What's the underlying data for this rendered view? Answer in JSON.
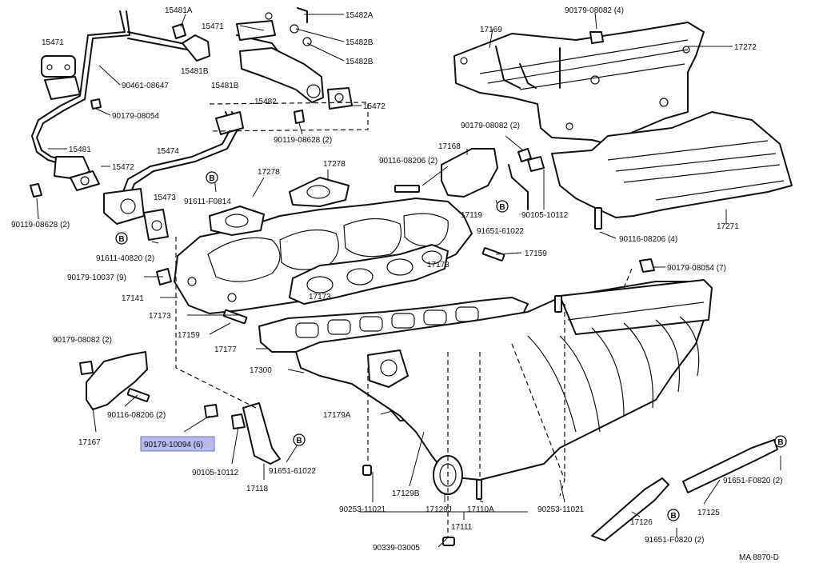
{
  "diagram_code": "MA  8870-D",
  "callout_letter": "B",
  "highlight_color": "#b7b9ee",
  "labels": {
    "p15481A": "15481A",
    "p15471_top": "15471",
    "p15482A": "15482A",
    "p15471_mid": "15471",
    "p15482B_1": "15482B",
    "p15482B_2": "15482B",
    "p90461": "90461-08647",
    "p15481B_1": "15481B",
    "p15481B_2": "15481B",
    "p15482": "15482",
    "p15472_r": "15472",
    "p90179_08054a": "90179-08054",
    "p90119_08628_top": "90119-08628 (2)",
    "p15481": "15481",
    "p15474": "15474",
    "p15472_l": "15472",
    "p91611_F0814": "91611-F0814",
    "p17278_a": "17278",
    "p17278_b": "17278",
    "p15473": "15473",
    "p90119_08628_l": "90119-08628 (2)",
    "p91611_40820": "91611-40820 (2)",
    "p90179_10037": "90179-10037 (9)",
    "p17141": "17141",
    "p17173_a": "17173",
    "p17173_b": "17173",
    "p17173_c": "17173",
    "p17159_a": "17159",
    "p17159_b": "17159",
    "p90179_08082_top": "90179-08082 (4)",
    "p17169": "17169",
    "p17272": "17272",
    "p90179_08082_mid": "90179-08082 (2)",
    "p90116_08206_a": "90116-08206 (2)",
    "p17168": "17168",
    "p17119": "17119",
    "p90105_10112_a": "90105-10112",
    "p91651_61022_a": "91651-61022",
    "p90116_08206_b": "90116-08206 (4)",
    "p17271": "17271",
    "p90179_08054b": "90179-08054 (7)",
    "p90179_08082_l": "90179-08082 (2)",
    "p17177": "17177",
    "p17300": "17300",
    "p17179A": "17179A",
    "p90116_08206_c": "90116-08206 (2)",
    "p17167": "17167",
    "p90179_10094": "90179-10094 (6)",
    "p90105_10112_b": "90105-10112",
    "p91651_61022_b": "91651-61022",
    "p17118": "17118",
    "p90253_11021_a": "90253-11021",
    "p17129B": "17129B",
    "p17129J": "17129J",
    "p17110A": "17110A",
    "p90253_11021_b": "90253-11021",
    "p17111": "17111",
    "p90339_03005": "90339-03005",
    "p17126": "17126",
    "p91651_F0820_a": "91651-F0820 (2)",
    "p91651_F0820_b": "91651-F0820 (2)",
    "p17125": "17125"
  }
}
